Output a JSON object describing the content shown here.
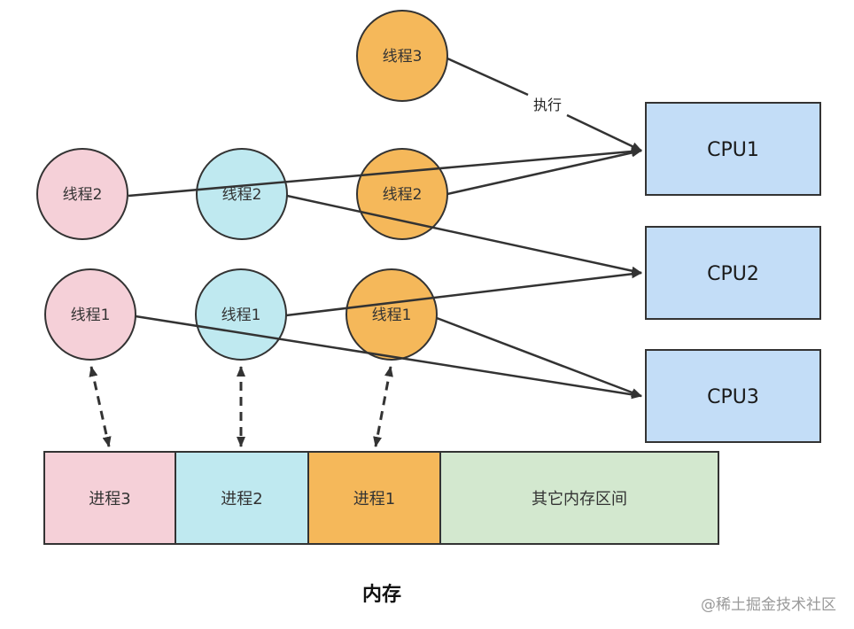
{
  "colors": {
    "pink": "#f5d0d8",
    "cyan": "#bfe9f0",
    "orange": "#f5b85a",
    "cpu_fill": "#c3ddf7",
    "green": "#d3e8cf",
    "stroke": "#333333"
  },
  "threads": {
    "p3_t2": "线程2",
    "p3_t1": "线程1",
    "p2_t2": "线程2",
    "p2_t1": "线程1",
    "p1_t3": "线程3",
    "p1_t2": "线程2",
    "p1_t1": "线程1"
  },
  "cpus": {
    "cpu1": "CPU1",
    "cpu2": "CPU2",
    "cpu3": "CPU3"
  },
  "edge_label": "执行",
  "memory": {
    "segments": [
      "进程3",
      "进程2",
      "进程1",
      "其它内存区间"
    ],
    "title": "内存"
  },
  "watermark": "@稀土掘金技术社区"
}
